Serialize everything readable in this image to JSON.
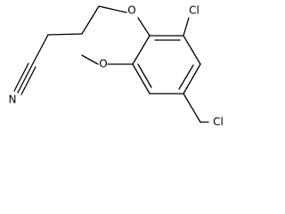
{
  "molecule": {
    "atoms": {
      "chlorine_ring": "Cl",
      "ether_oxygen_chain": "O",
      "ether_oxygen_methoxy": "O",
      "nitrile_nitrogen": "N",
      "chloromethyl": "Cl"
    },
    "colors": {
      "bond": "#000000",
      "label": "#000000",
      "background": "#ffffff"
    }
  }
}
